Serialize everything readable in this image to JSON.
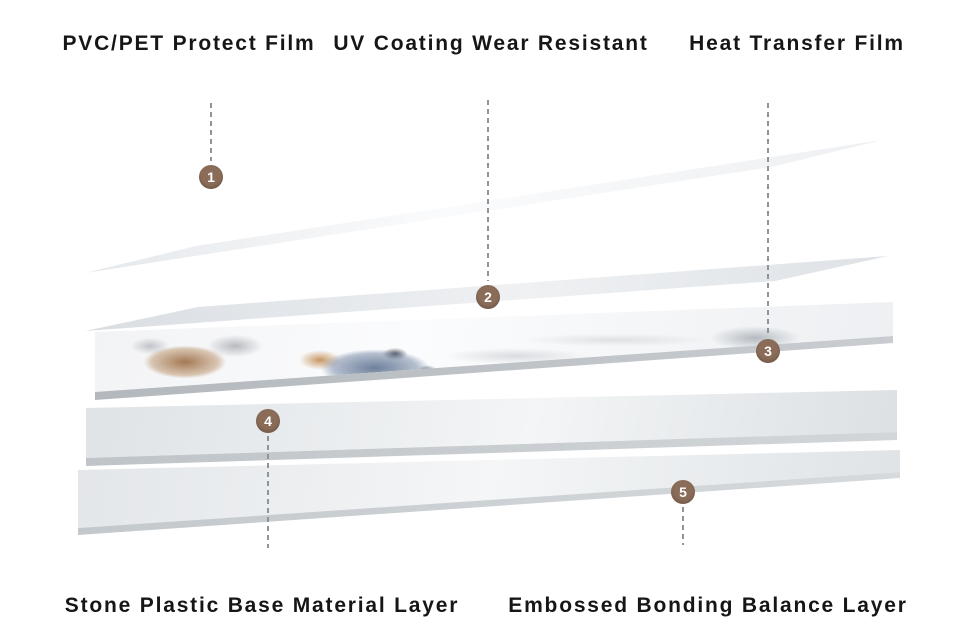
{
  "diagram": {
    "top_labels": [
      "PVC/PET Protect Film",
      "UV Coating Wear Resistant",
      "Heat Transfer Film"
    ],
    "bottom_labels": [
      "Stone Plastic Base Material Layer",
      "Embossed Bonding Balance Layer"
    ],
    "badges": [
      "1",
      "2",
      "3",
      "4",
      "5"
    ],
    "colors": {
      "badge-bg": "#8a6c59",
      "label-text": "#151617",
      "leader-line": "#8f9499"
    }
  }
}
